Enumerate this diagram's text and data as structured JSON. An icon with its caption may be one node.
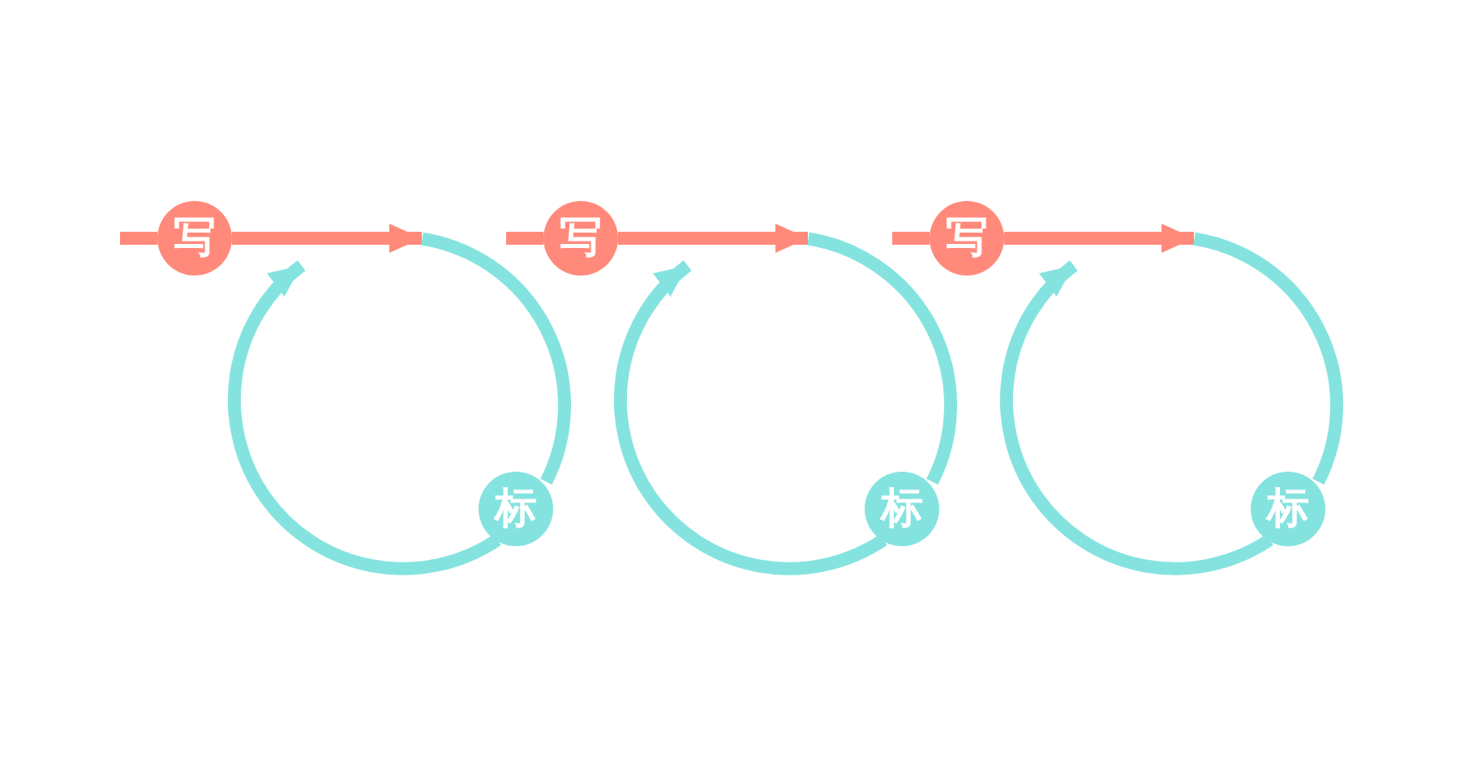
{
  "diagram": {
    "nodes": [
      {
        "text": [
          "写"
        ]
      },
      {
        "text": [
          "标"
        ]
      },
      {
        "text": [
          "写"
        ]
      },
      {
        "text": [
          "标"
        ]
      },
      {
        "text": [
          "写"
        ]
      },
      {
        "text": [
          "标"
        ]
      }
    ],
    "edges": [
      {
        "from": 0,
        "to": null,
        "arrow": "to",
        "color": "#ff8a7b"
      },
      {
        "from": null,
        "to": 1,
        "arrow": "none"
      },
      {
        "from": 1,
        "to": 0,
        "arrow": "to"
      },
      {
        "from": 2,
        "to": null,
        "arrow": "to",
        "color": "#ff8a7b"
      },
      {
        "from": null,
        "to": 3,
        "arrow": "none"
      },
      {
        "from": 3,
        "to": 2,
        "arrow": "to"
      },
      {
        "from": 4,
        "to": null,
        "arrow": "to",
        "color": "#ff8a7b"
      },
      {
        "from": null,
        "to": 5,
        "arrow": "none"
      },
      {
        "from": 5,
        "to": 4,
        "arrow": "to"
      }
    ]
  }
}
